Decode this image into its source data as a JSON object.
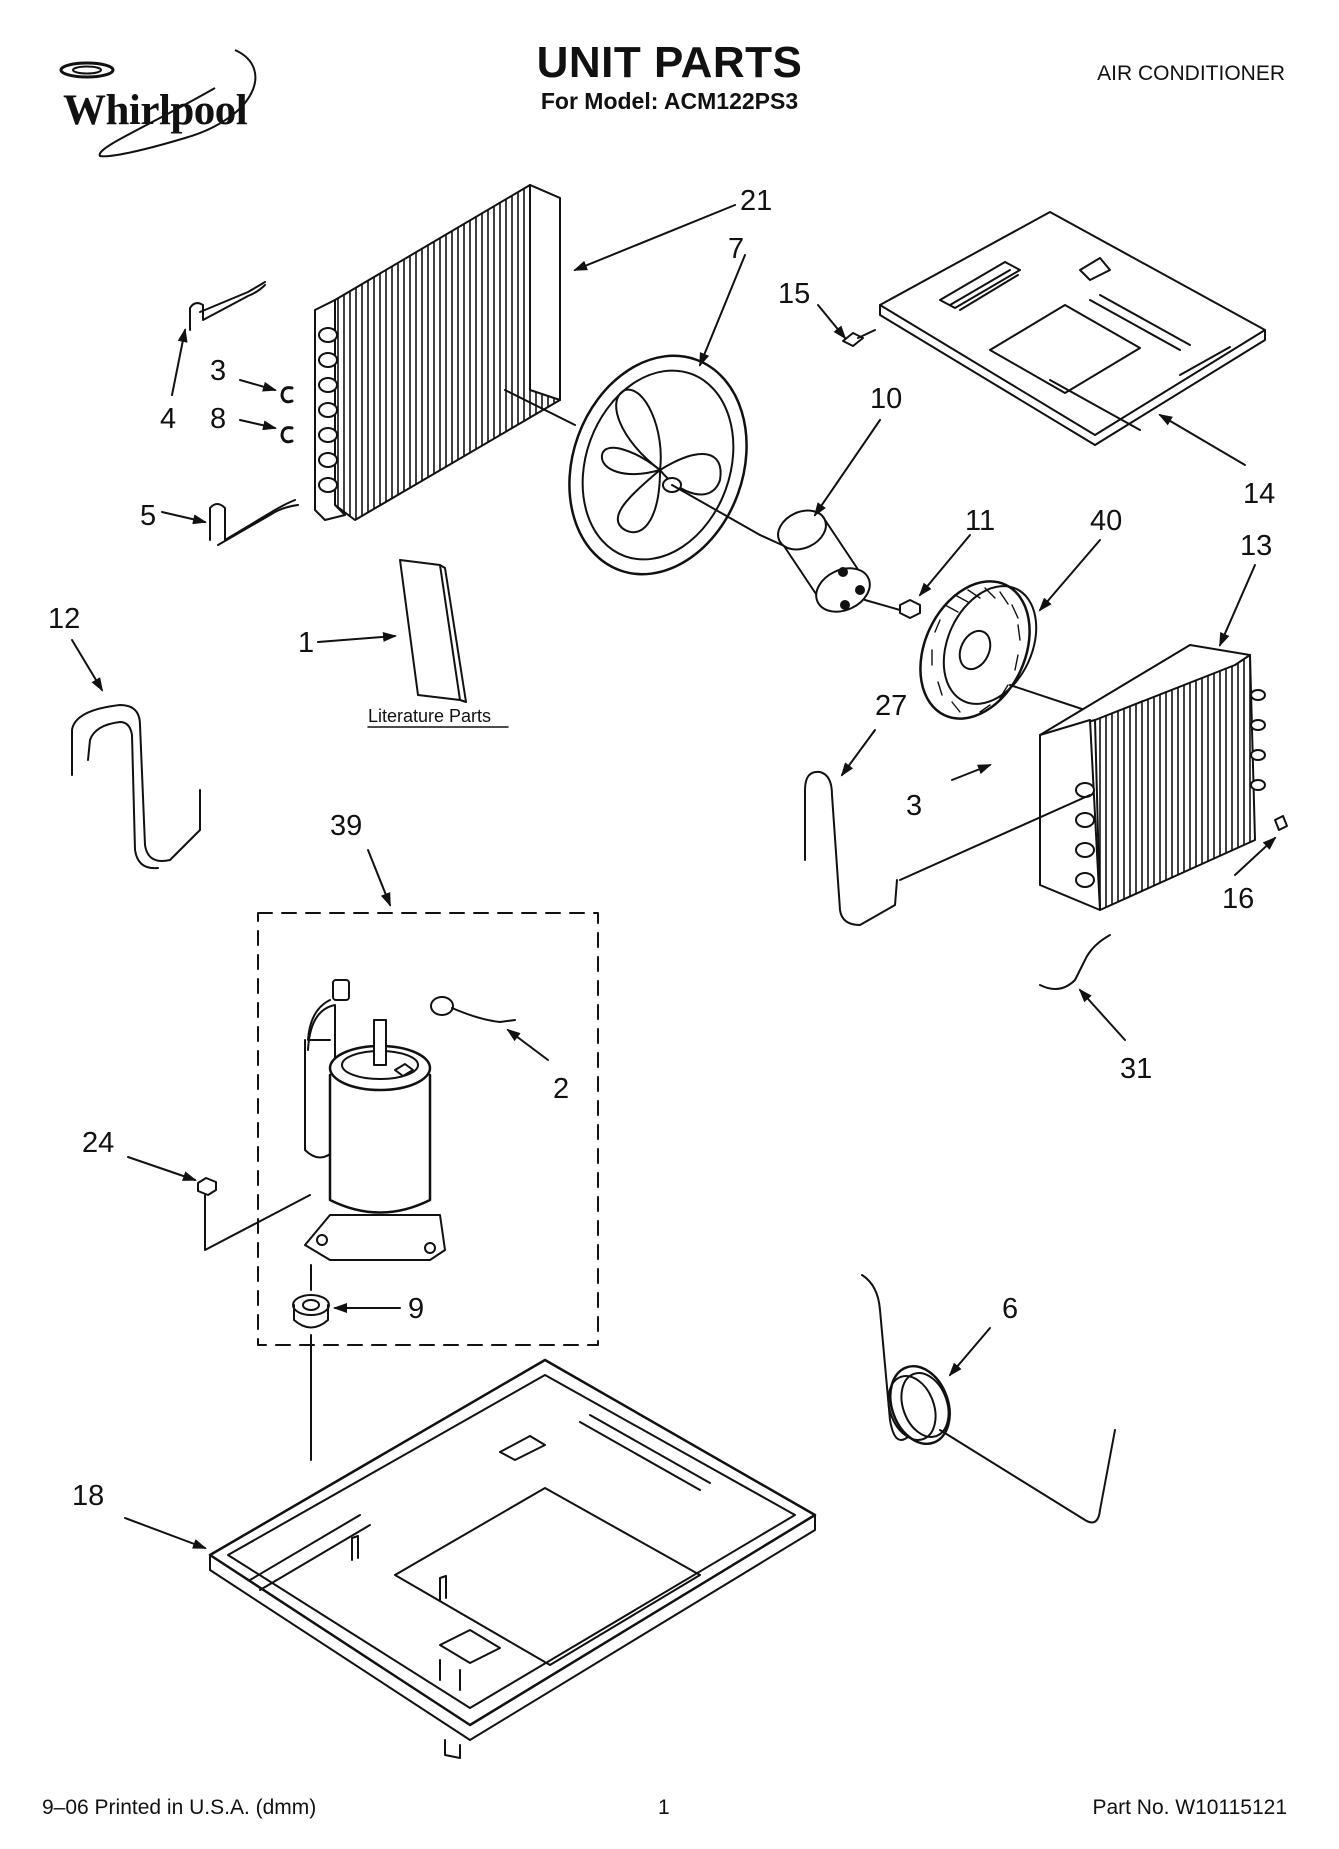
{
  "header": {
    "brand": "Whirlpool",
    "title": "UNIT PARTS",
    "subtitle": "For Model: ACM122PS3",
    "category": "AIR CONDITIONER"
  },
  "diagram": {
    "callouts": [
      "21",
      "7",
      "15",
      "4",
      "3",
      "8",
      "5",
      "10",
      "11",
      "40",
      "13",
      "14",
      "12",
      "1",
      "27",
      "3",
      "16",
      "39",
      "2",
      "31",
      "24",
      "9",
      "6",
      "18"
    ],
    "literature_label": "Literature Parts"
  },
  "footer": {
    "printed": "9–06 Printed in U.S.A. (dmm)",
    "page": "1",
    "part_no": "Part No. W10115121"
  }
}
